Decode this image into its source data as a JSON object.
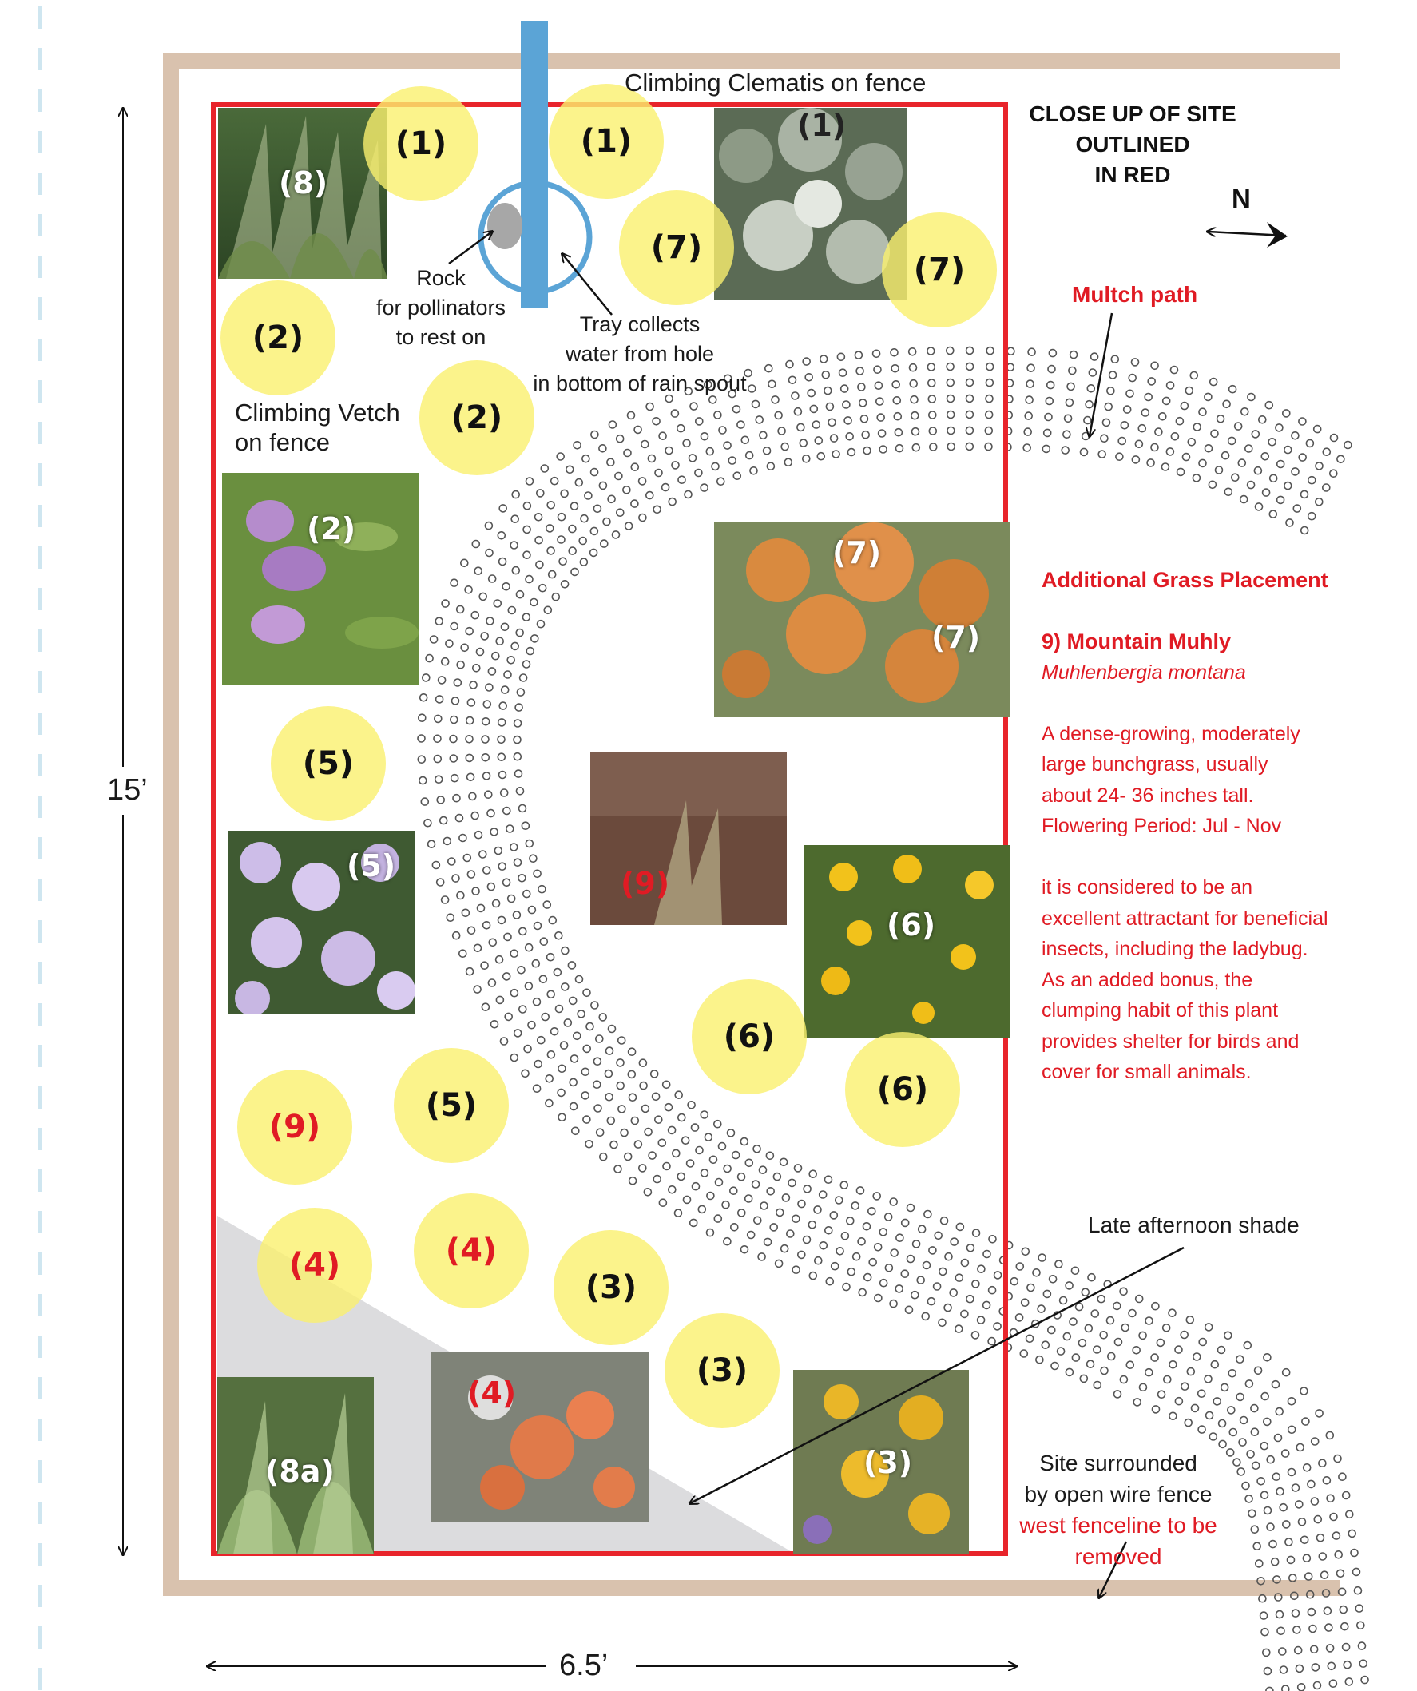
{
  "labels": {
    "clematis": "Climbing Clematis on fence",
    "vetch_line1": "Climbing Vetch",
    "vetch_line2": "on fence",
    "rock_lines": [
      "Rock",
      "for pollinators",
      "to rest on"
    ],
    "tray_lines": [
      "Tray collects",
      "water from hole",
      "in bottom of  rain spout"
    ],
    "closeup_lines": [
      "CLOSE UP OF SITE",
      "OUTLINED",
      "IN RED"
    ],
    "north": "N",
    "mulch_path": "Multch path",
    "late_shade": "Late afternoon shade",
    "fence_line1": "Site surrounded",
    "fence_line2": "by open wire fence",
    "fence_line3": "west fenceline to be removed",
    "dim_height": "15’",
    "dim_width": "6.5’"
  },
  "sidebar": {
    "heading": "Additional Grass Placement",
    "plant_name": "9) Mountain Muhly",
    "latin_name": "Muhlenbergia montana",
    "desc1": [
      "A dense-growing, moderately",
      "large bunchgrass, usually",
      "about 24- 36  inches tall.",
      "Flowering Period: Jul - Nov"
    ],
    "desc2": [
      "it is considered to be an",
      "excellent attractant for beneficial",
      "insects, including the ladybug.",
      "As an added bonus, the",
      "clumping habit of this plant",
      "provides shelter for birds and",
      "cover for small animals."
    ]
  },
  "circles": [
    {
      "label": "(1)",
      "red": false
    },
    {
      "label": "(1)",
      "red": false
    },
    {
      "label": "(7)",
      "red": false
    },
    {
      "label": "(7)",
      "red": false
    },
    {
      "label": "(2)",
      "red": false
    },
    {
      "label": "(2)",
      "red": false
    },
    {
      "label": "(5)",
      "red": false
    },
    {
      "label": "(9)",
      "red": true
    },
    {
      "label": "(5)",
      "red": false
    },
    {
      "label": "(6)",
      "red": false
    },
    {
      "label": "(6)",
      "red": false
    },
    {
      "label": "(4)",
      "red": true
    },
    {
      "label": "(4)",
      "red": true
    },
    {
      "label": "(3)",
      "red": false
    },
    {
      "label": "(3)",
      "red": false
    }
  ],
  "photos": {
    "p8": [
      "(8)"
    ],
    "p1": [
      "(1)"
    ],
    "p2": [
      "(2)"
    ],
    "p7": [
      "(7)",
      "(7)"
    ],
    "p5": [
      "(5)"
    ],
    "p9": [
      "(9)"
    ],
    "p6": [
      "(6)"
    ],
    "p8a": [
      "(8a)"
    ],
    "p4": [
      "(4)"
    ],
    "p3": [
      "(3)"
    ]
  },
  "colors": {
    "site_outline": "#e8242b",
    "fence": "#d9c2ae",
    "downspout": "#5ba4d6",
    "circle_fill": "#f8f07a",
    "shade": "#dcdcde",
    "annotation_red": "#e01b24",
    "left_dash": "#cfe6f0"
  }
}
